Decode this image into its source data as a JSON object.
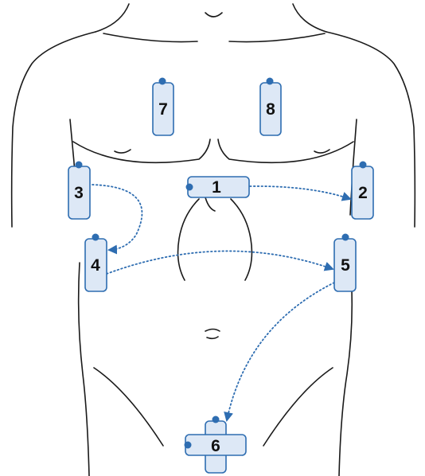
{
  "colors": {
    "outline": "#1a1a1a",
    "pad_fill": "#dde8f6",
    "pad_stroke": "#2e6db1",
    "arrow": "#2e6db1"
  },
  "pads": [
    {
      "id": "1",
      "label": "1"
    },
    {
      "id": "2",
      "label": "2"
    },
    {
      "id": "3",
      "label": "3"
    },
    {
      "id": "4",
      "label": "4"
    },
    {
      "id": "5",
      "label": "5"
    },
    {
      "id": "6",
      "label": "6"
    },
    {
      "id": "7",
      "label": "7"
    },
    {
      "id": "8",
      "label": "8"
    }
  ],
  "arrows": [
    {
      "from": "1",
      "to": "2"
    },
    {
      "from": "3",
      "to": "4"
    },
    {
      "from": "4",
      "to": "5"
    },
    {
      "from": "5",
      "to": "6"
    }
  ]
}
